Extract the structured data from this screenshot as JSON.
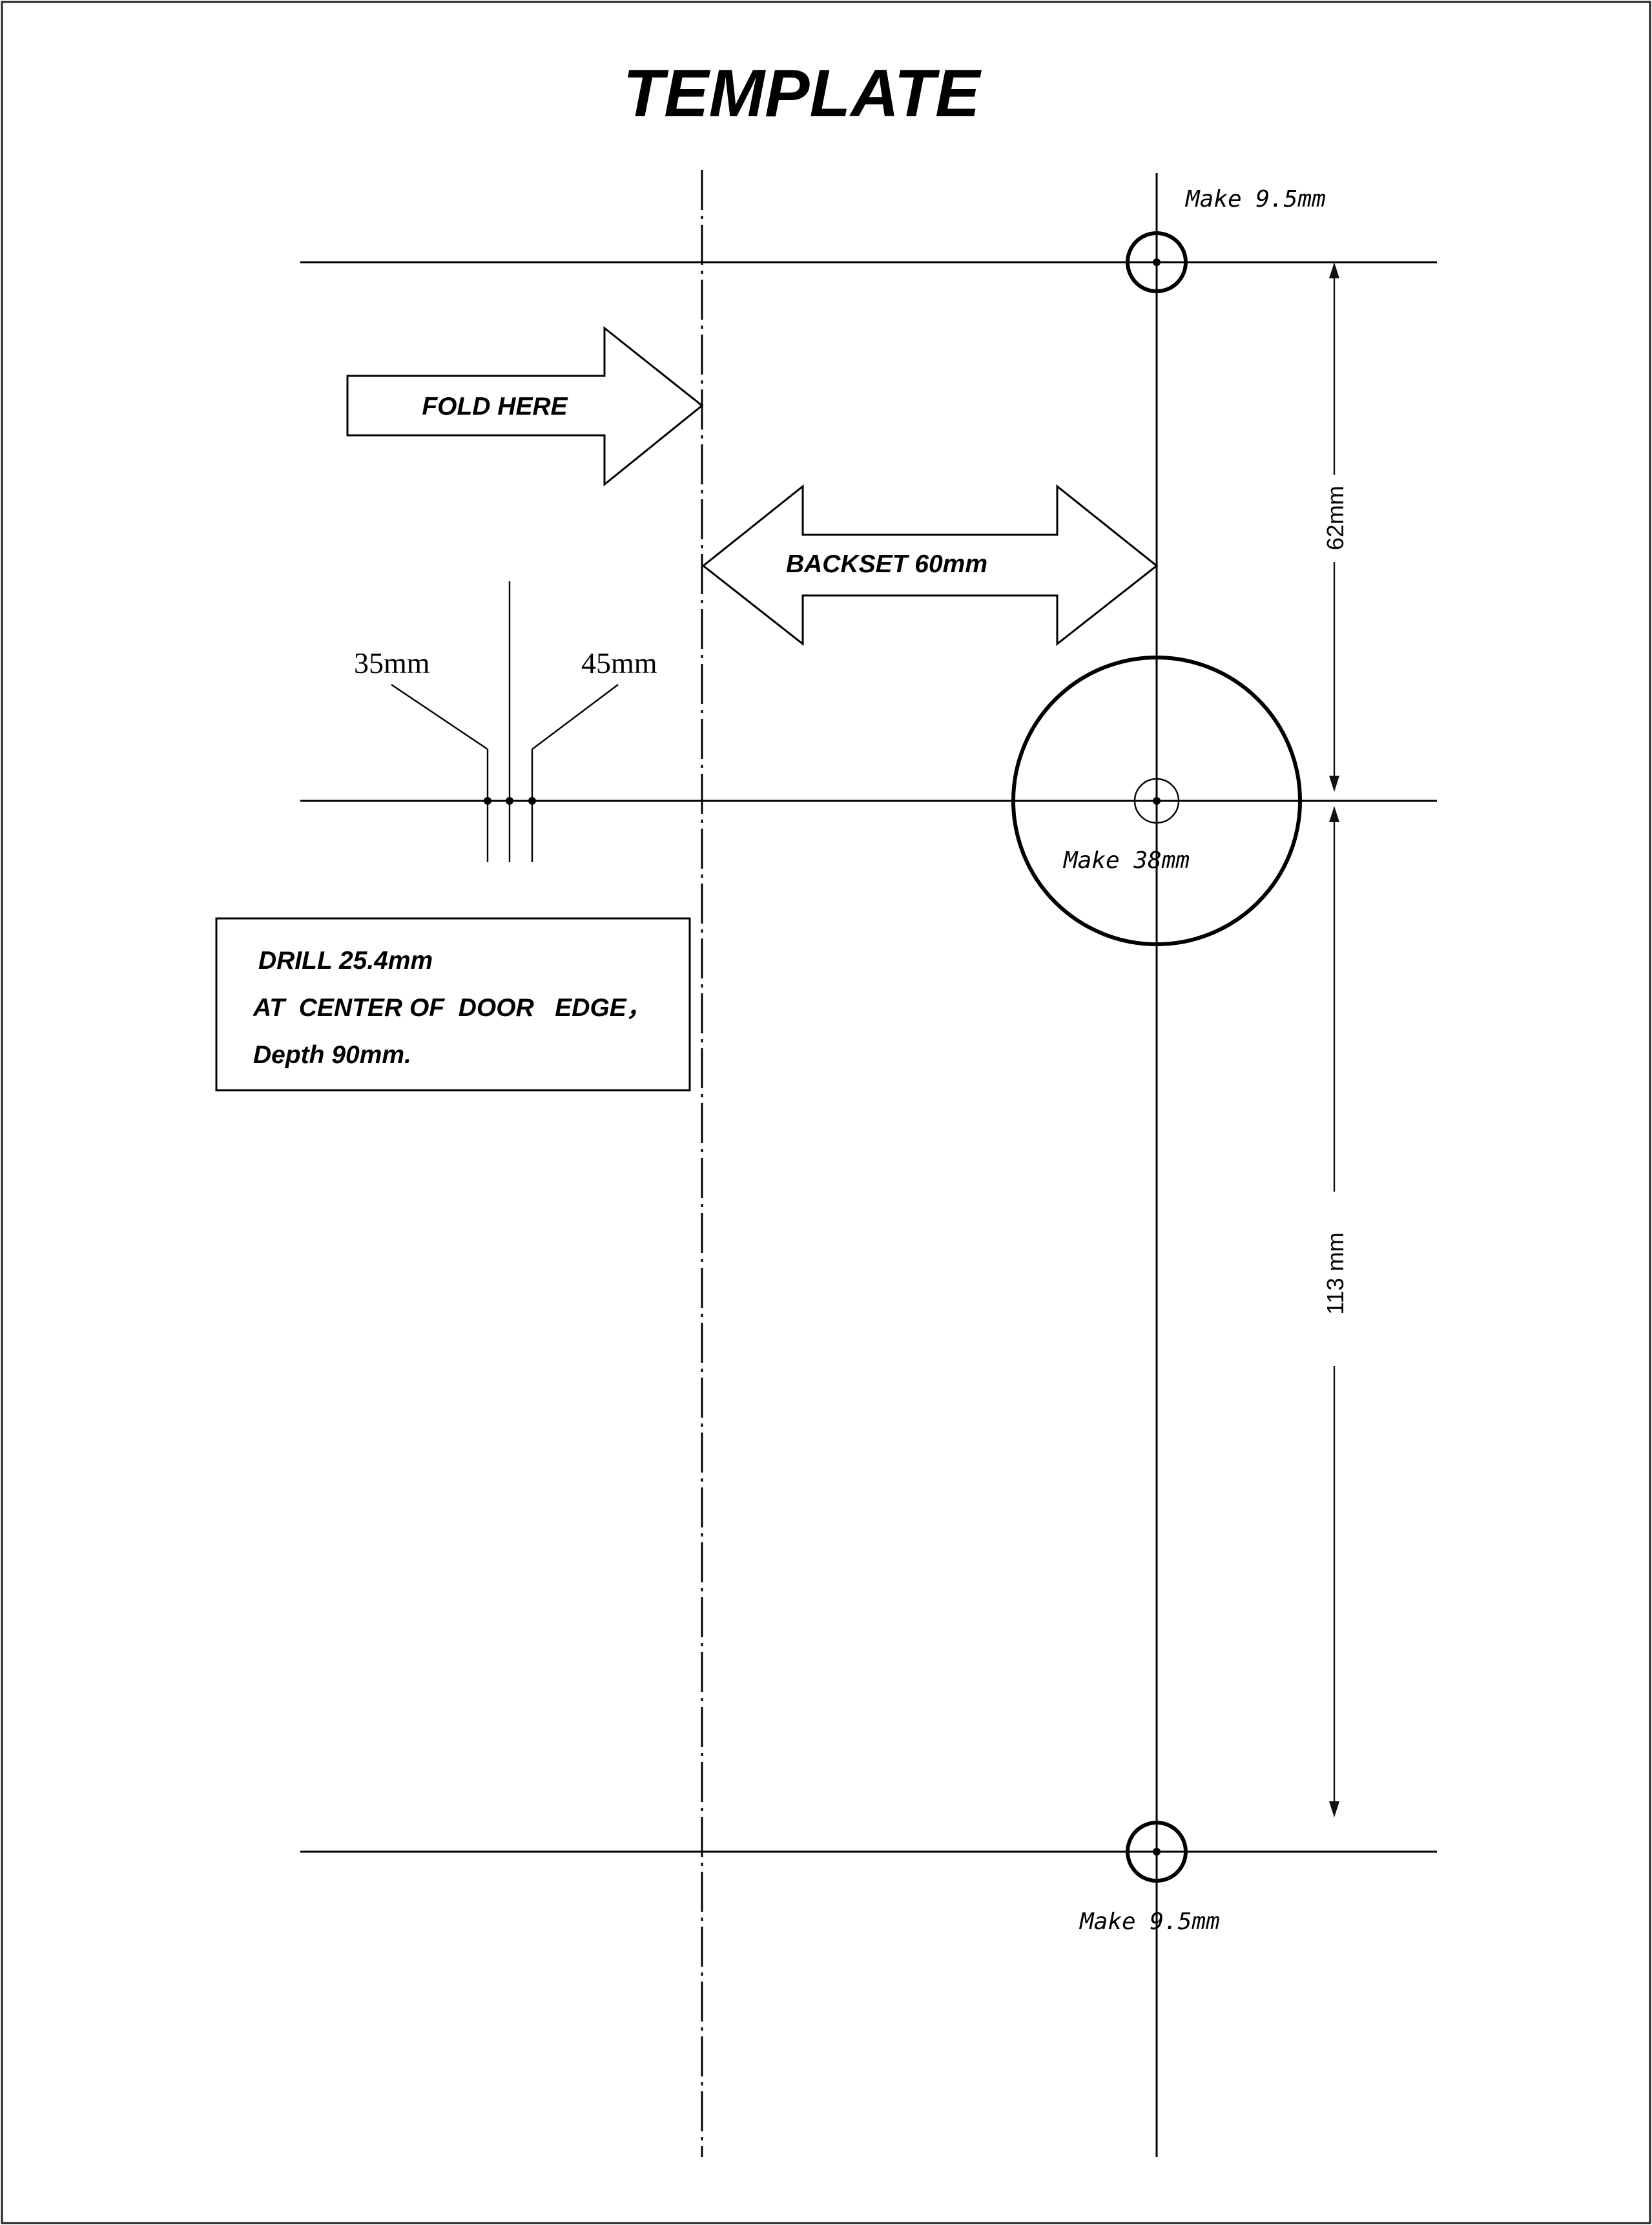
{
  "title": "TEMPLATE",
  "fold_label": "FOLD HERE",
  "backset_label": "BACKSET 60mm",
  "make_top": "Make 9.5mm",
  "make_center": "Make 38mm",
  "make_bottom": "Make 9.5mm",
  "dim_top": "62mm",
  "dim_bottom": "113 mm",
  "left_label_35": "35mm",
  "left_label_45": "45mm",
  "drill_box": {
    "line1": "DRILL 25.4mm",
    "line2": "AT  CENTER OF  DOOR   EDGE，",
    "line3": "Depth 90mm."
  }
}
